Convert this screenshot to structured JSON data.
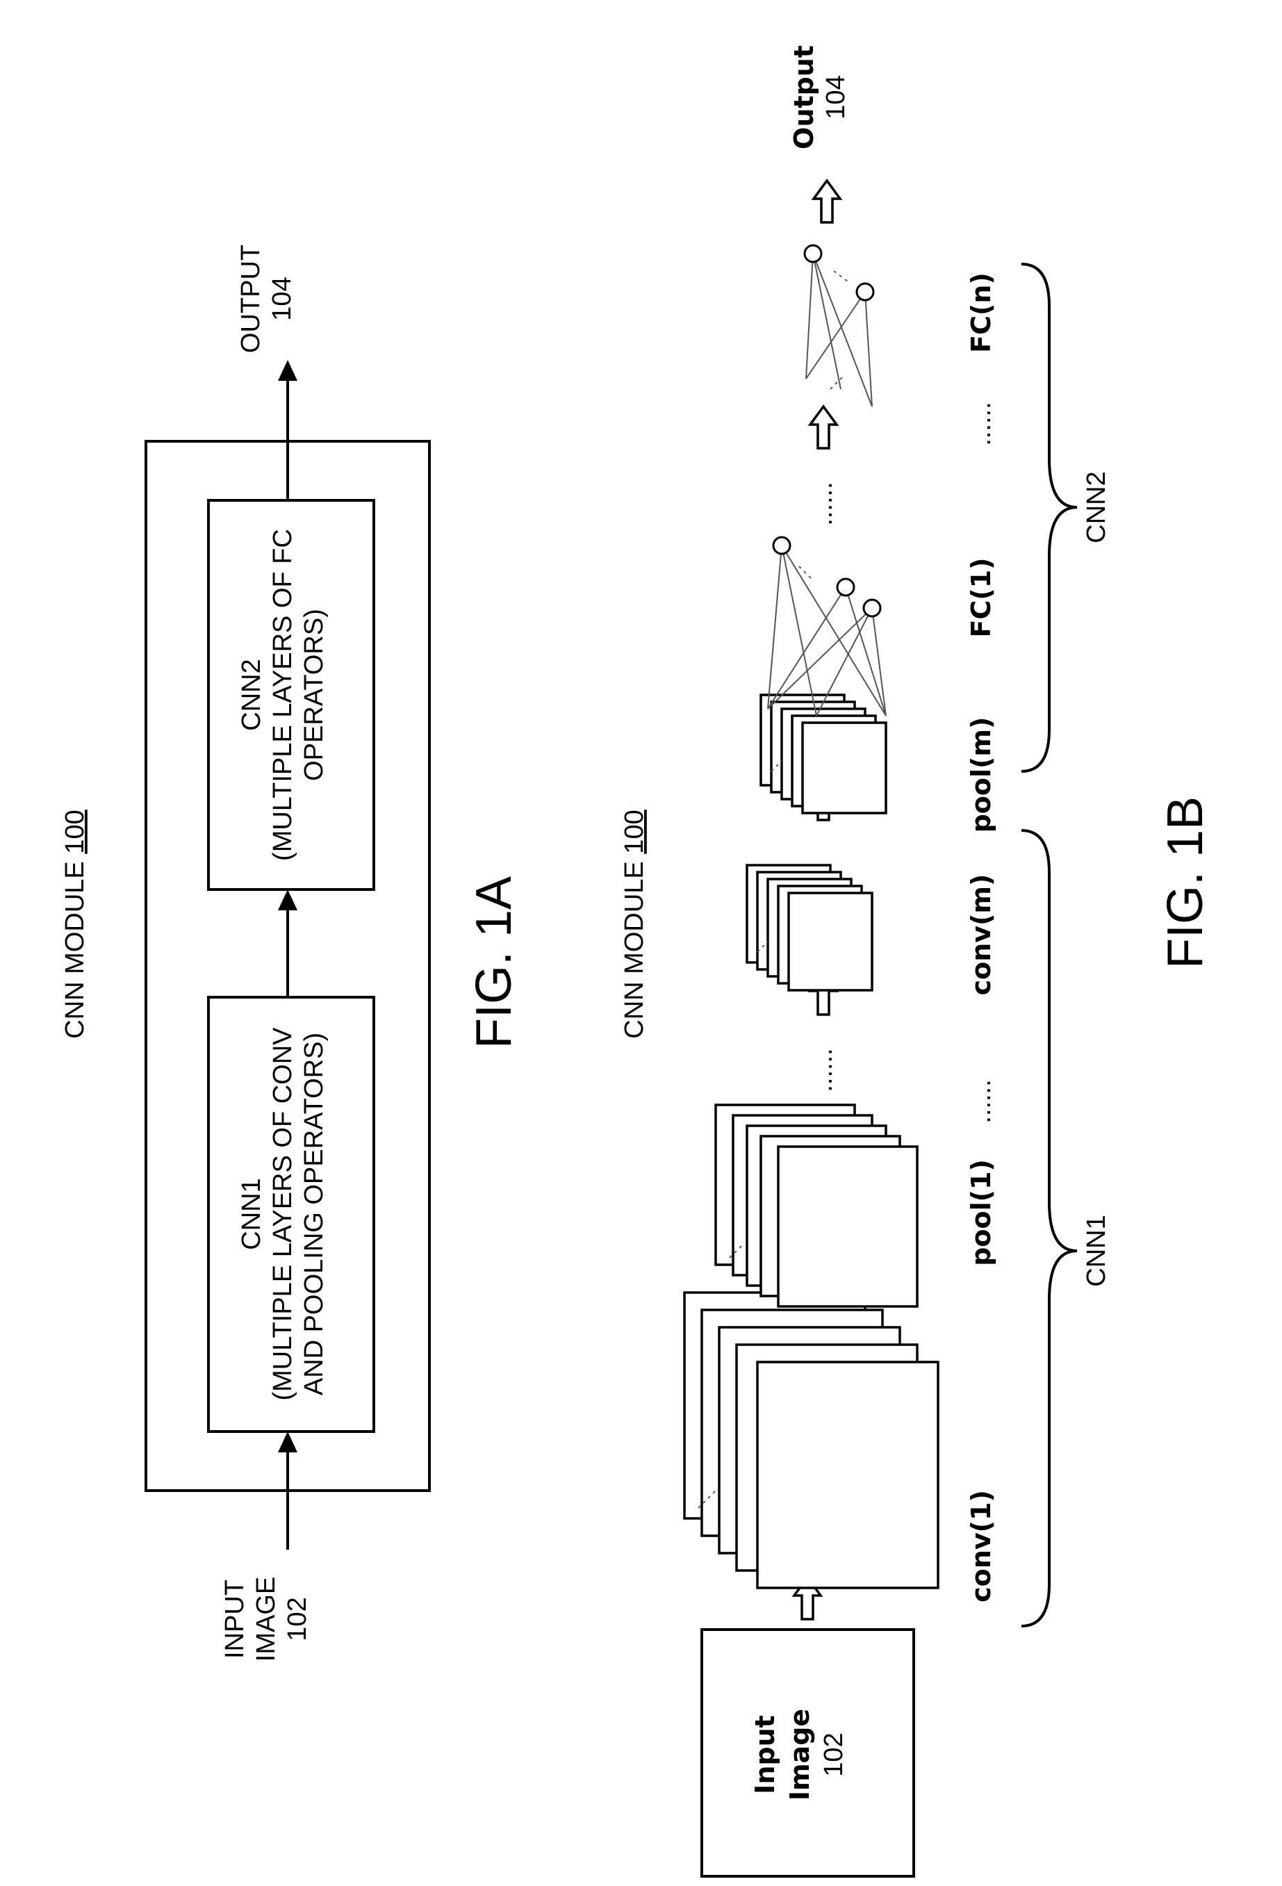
{
  "fig1a": {
    "module_title": "CNN MODULE",
    "module_number": "100",
    "input_line1": "INPUT",
    "input_line2": "IMAGE",
    "input_number": "102",
    "cnn1_line1": "CNN1",
    "cnn1_line2": "(MULTIPLE LAYERS OF CONV",
    "cnn1_line3": "AND POOLING OPERATORS)",
    "cnn2_line1": "CNN2",
    "cnn2_line2": "(MULTIPLE LAYERS OF FC",
    "cnn2_line3": "OPERATORS)",
    "output_line1": "OUTPUT",
    "output_number": "104",
    "caption": "FIG. 1A"
  },
  "fig1b": {
    "module_title": "CNN MODULE",
    "module_number": "100",
    "input_line1": "Input",
    "input_line2": "Image",
    "input_number": "102",
    "layer_conv1": "conv(1)",
    "layer_pool1": "pool(1)",
    "layer_dots1": "......",
    "layer_convm": "conv(m)",
    "layer_poolm": "pool(m)",
    "layer_fc1": "FC(1)",
    "layer_dots2": "......",
    "layer_fcn": "FC(n)",
    "flow_dots1": "......",
    "flow_dots2": "......",
    "brace_cnn1": "CNN1",
    "brace_cnn2": "CNN2",
    "output_line1": "Output",
    "output_number": "104",
    "caption": "FIG. 1B"
  }
}
